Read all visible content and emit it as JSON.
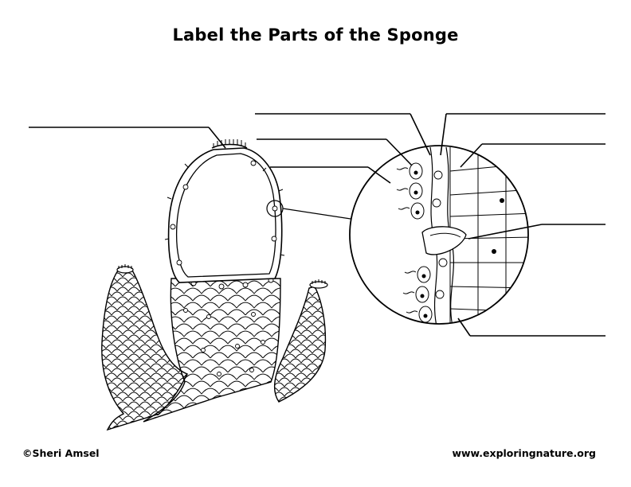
{
  "title": "Label the Parts of the Sponge",
  "footer": {
    "copyright": "©Sheri Amsel",
    "website": "www.exploringnature.org"
  },
  "label_blanks": [
    {
      "name": "blank-osculum",
      "value": ""
    },
    {
      "name": "blank-top-1",
      "value": ""
    },
    {
      "name": "blank-top-2",
      "value": ""
    },
    {
      "name": "blank-right-1",
      "value": ""
    },
    {
      "name": "blank-left-1",
      "value": ""
    },
    {
      "name": "blank-right-2",
      "value": ""
    },
    {
      "name": "blank-left-2",
      "value": ""
    },
    {
      "name": "blank-right-3",
      "value": ""
    },
    {
      "name": "blank-right-4",
      "value": ""
    }
  ]
}
